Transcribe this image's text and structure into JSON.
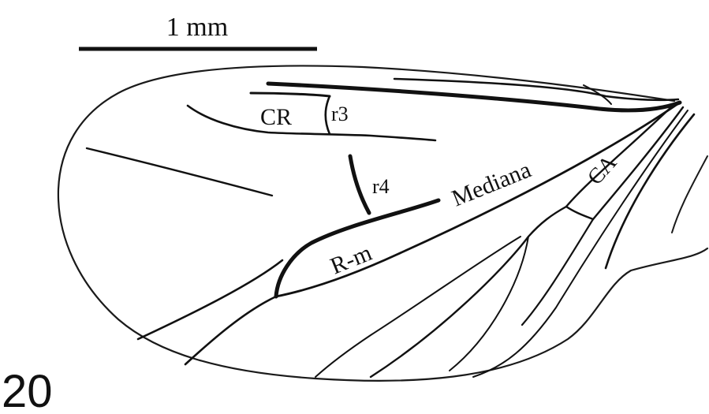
{
  "figure": {
    "number": "20",
    "scale_bar_label": "1 mm",
    "labels": {
      "cr": "CR",
      "r3": "r3",
      "r4": "r4",
      "mediana": "Mediana",
      "ca": "CA",
      "rm": "R-m"
    }
  }
}
